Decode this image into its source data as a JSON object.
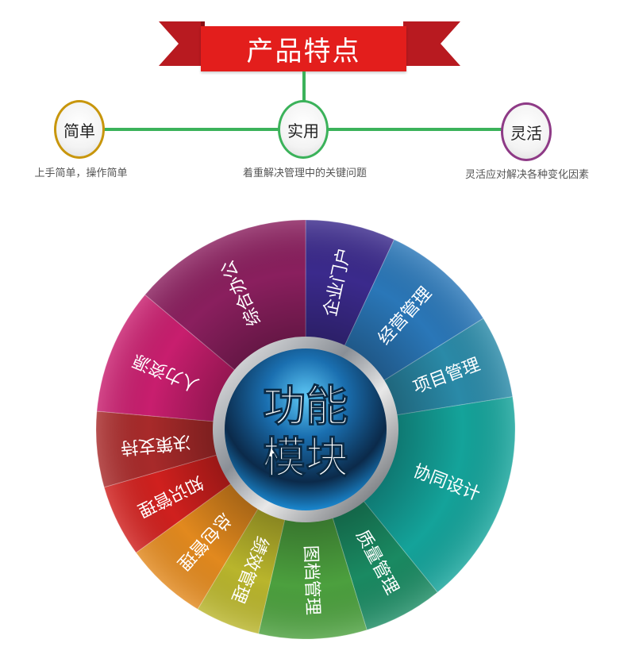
{
  "header": {
    "title": "产品特点"
  },
  "features": [
    {
      "label": "简单",
      "desc": "上手简单，操作简单",
      "color": "#c8960c"
    },
    {
      "label": "实用",
      "desc": "着重解决管理中的关键问题",
      "color": "#3bb25a"
    },
    {
      "label": "灵活",
      "desc": "灵活应对解决各种变化因素",
      "color": "#8e3a86"
    }
  ],
  "wheel": {
    "center_line1": "功能",
    "center_line2": "模块",
    "segments": [
      {
        "label": "企业门户",
        "color": "#3b2a8c"
      },
      {
        "label": "经营管理",
        "color": "#2a77b8"
      },
      {
        "label": "项目管理",
        "color": "#2a8aa8"
      },
      {
        "label": "协同设计",
        "color": "#14a39a"
      },
      {
        "label": "质量管理",
        "color": "#1a8a62"
      },
      {
        "label": "图档管理",
        "color": "#4ca03e"
      },
      {
        "label": "绩效管理",
        "color": "#b9b52c"
      },
      {
        "label": "总包管理",
        "color": "#e2891e"
      },
      {
        "label": "知识管理",
        "color": "#d0201e"
      },
      {
        "label": "决策支持",
        "color": "#a82a2a"
      },
      {
        "label": "人力资源",
        "color": "#c81e6e"
      },
      {
        "label": "综合办公",
        "color": "#8a1f5e"
      }
    ]
  }
}
